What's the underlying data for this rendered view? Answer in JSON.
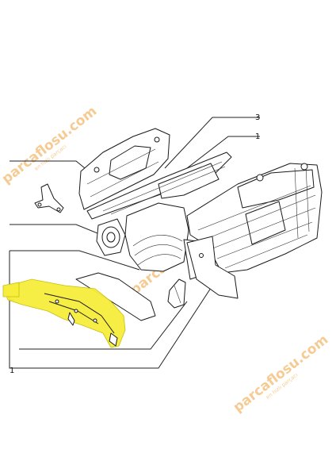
{
  "diagram": {
    "callouts": [
      {
        "id": "callout-3",
        "text": "3"
      },
      {
        "id": "callout-1-top",
        "text": "1"
      },
      {
        "id": "callout-1-bottom",
        "text": "1"
      }
    ],
    "highlight_color": "#f6ee3a",
    "watermarks": [
      {
        "id": "watermark-top-left",
        "text": "parcaflosu.com",
        "subtext": "en hızlı parçacı"
      },
      {
        "id": "watermark-center",
        "text": "parcaflosu.com",
        "subtext": ""
      },
      {
        "id": "watermark-right",
        "text": "parcaflosu.com",
        "subtext": "en hızlı parçacı"
      }
    ]
  }
}
